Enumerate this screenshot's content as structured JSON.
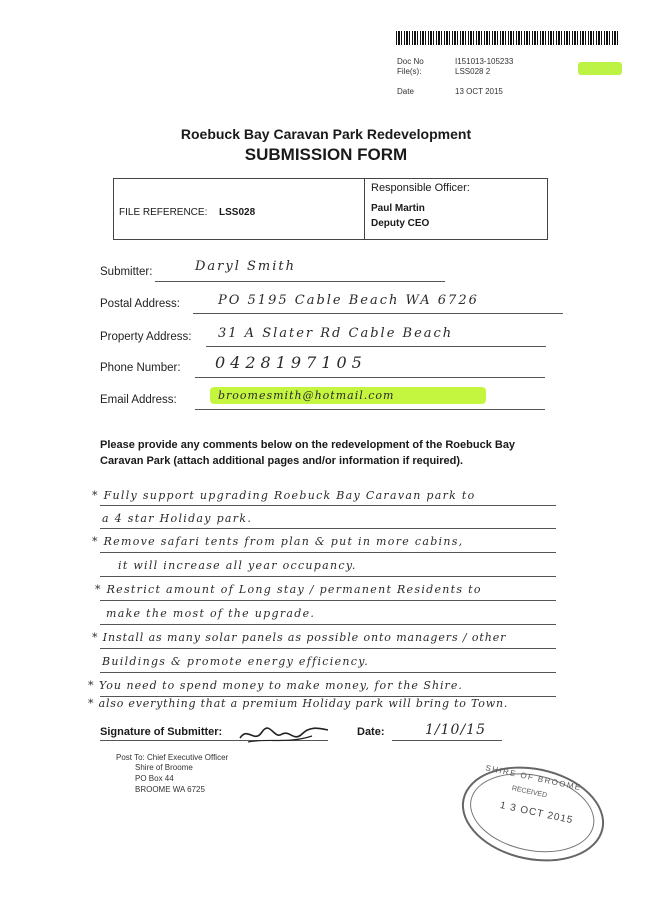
{
  "meta": {
    "doc_no_label": "Doc No",
    "doc_no_value": "I151013-105233",
    "files_label": "File(s):",
    "files_value": "LSS028 2",
    "date_label": "Date",
    "date_value": "13 OCT 2015"
  },
  "header": {
    "title": "Roebuck Bay Caravan Park Redevelopment",
    "subtitle": "SUBMISSION FORM"
  },
  "reference": {
    "file_ref_label": "FILE REFERENCE:",
    "file_ref_value": "LSS028",
    "responsible_label": "Responsible Officer:",
    "officer_name": "Paul Martin",
    "officer_title": "Deputy CEO"
  },
  "fields": {
    "submitter_label": "Submitter:",
    "submitter_value": "Daryl Smith",
    "postal_label": "Postal Address:",
    "postal_value": "PO 5195 Cable Beach WA 6726",
    "property_label": "Property Address:",
    "property_value": "31 A Slater Rd Cable Beach",
    "phone_label": "Phone Number:",
    "phone_value": "0428197105",
    "email_label": "Email Address:",
    "email_value": "broomesmith@hotmail.com"
  },
  "instructions": "Please provide any comments below on the redevelopment of the Roebuck Bay Caravan Park (attach additional pages and/or information if required).",
  "comments": [
    "* Fully support upgrading Roebuck Bay Caravan park to",
    "a 4 star Holiday park.",
    "* Remove safari tents from plan & put in more cabins,",
    "it will increase all year occupancy.",
    "* Restrict amount of Long stay / permanent Residents to",
    "make the most of the upgrade.",
    "* Install as many solar panels as possible onto managers / other",
    "Buildings & promote energy efficiency.",
    "* You need to spend money to make money, for the Shire.",
    "* also everything that a premium Holiday park will bring to Town."
  ],
  "signature": {
    "label": "Signature of Submitter:",
    "date_label": "Date:",
    "date_value": "1/10/15"
  },
  "post_to": {
    "line1": "Post To: Chief Executive Officer",
    "line2": "Shire of Broome",
    "line3": "PO Box 44",
    "line4": "BROOME  WA  6725"
  },
  "stamp": {
    "top_text": "SHIRE  OF  BROOME",
    "received": "RECEIVED",
    "date": "1 3  OCT  2015"
  },
  "colors": {
    "highlight": "#c4f53f",
    "ink": "#1a1a1a"
  }
}
